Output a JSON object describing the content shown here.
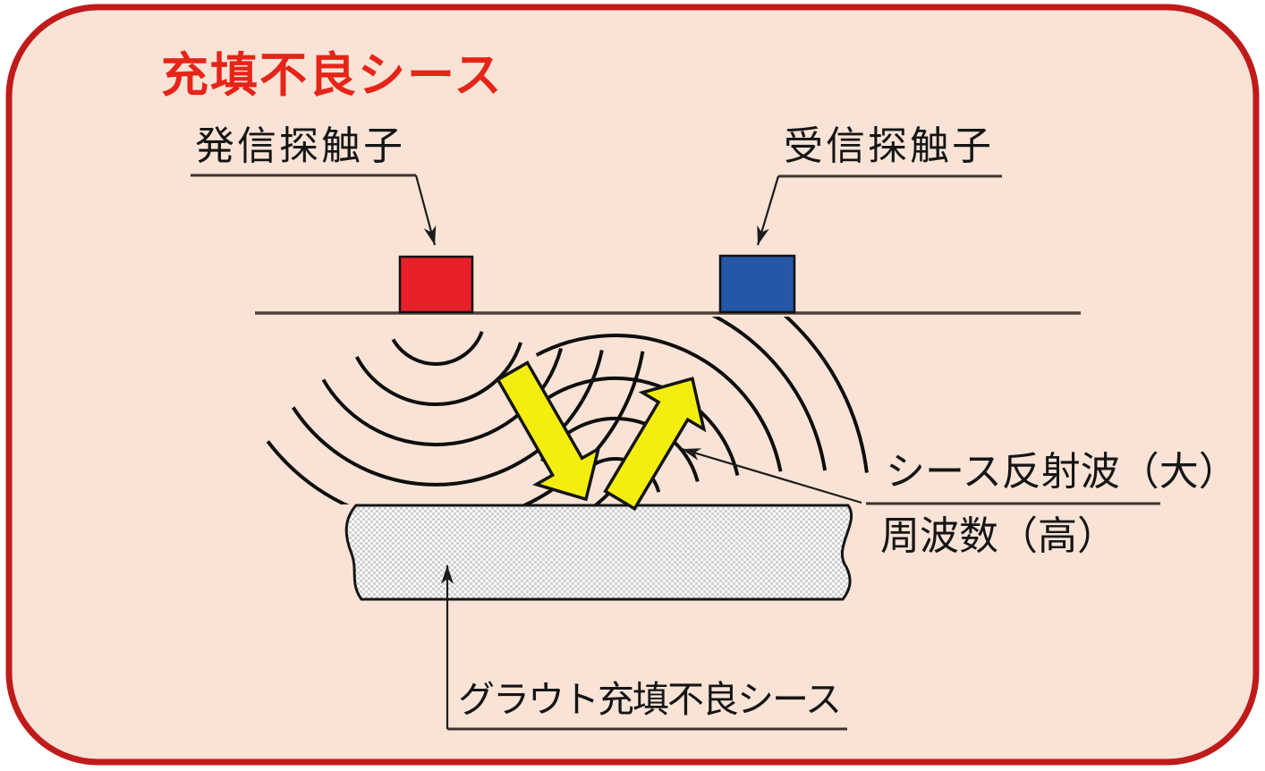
{
  "diagram": {
    "title": "充填不良シース",
    "labels": {
      "transmit_probe": "発信探触子",
      "receive_probe": "受信探触子",
      "reflection_line1": "シース反射波（大）",
      "reflection_line2": "周波数（高）",
      "sheath": "グラウト充填不良シース"
    },
    "colors": {
      "title_red": "#e62418",
      "panel_border": "#c01b1b",
      "panel_fill": "#f8e3d6",
      "transmit_probe_fill": "#e8202a",
      "receive_probe_fill": "#2557a7",
      "arrow_fill": "#f4ee10",
      "wave_stroke": "#0e0e0e"
    }
  }
}
